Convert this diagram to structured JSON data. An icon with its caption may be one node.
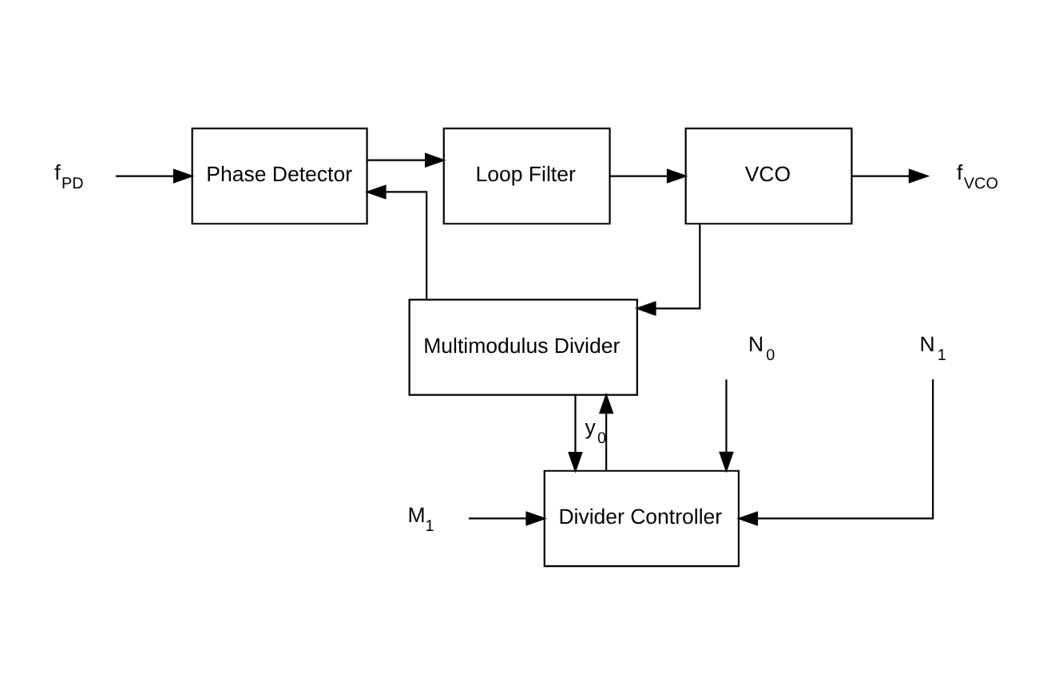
{
  "diagram": {
    "nodes": [
      {
        "text": [
          "Phase Detector"
        ]
      },
      {
        "text": [
          "Loop Filter"
        ]
      },
      {
        "text": [
          "VCO"
        ]
      },
      {
        "text": [
          "Multimodulus Divider"
        ]
      },
      {
        "text": [
          "Divider Controller"
        ]
      },
      {
        "text": [
          "f$_{PD}$"
        ]
      },
      {
        "text": [
          "f$_{VCO}$"
        ]
      },
      {
        "text": [
          "M$_{1}$"
        ]
      },
      {
        "text": [
          "N$_{0}$"
        ]
      },
      {
        "text": [
          "N$_{1}$"
        ]
      }
    ],
    "edges": [
      {
        "from": 5,
        "to": 0,
        "arrow": "to"
      },
      {
        "from": 0,
        "to": 1,
        "arrow": "to"
      },
      {
        "from": 1,
        "to": 2,
        "arrow": "to"
      },
      {
        "from": 2,
        "to": 6,
        "arrow": "to"
      },
      {
        "from": 2,
        "to": 3,
        "arrow": "to"
      },
      {
        "from": 3,
        "to": 0,
        "arrow": "to"
      },
      {
        "from": 3,
        "to": 4,
        "arrow": "to"
      },
      {
        "from": 4,
        "to": 3,
        "arrow": "to",
        "label": "y$_{0}$"
      },
      {
        "from": 7,
        "to": 4,
        "arrow": "to"
      },
      {
        "from": 8,
        "to": 4,
        "arrow": "to"
      },
      {
        "from": 9,
        "to": 4,
        "arrow": "to"
      }
    ]
  }
}
